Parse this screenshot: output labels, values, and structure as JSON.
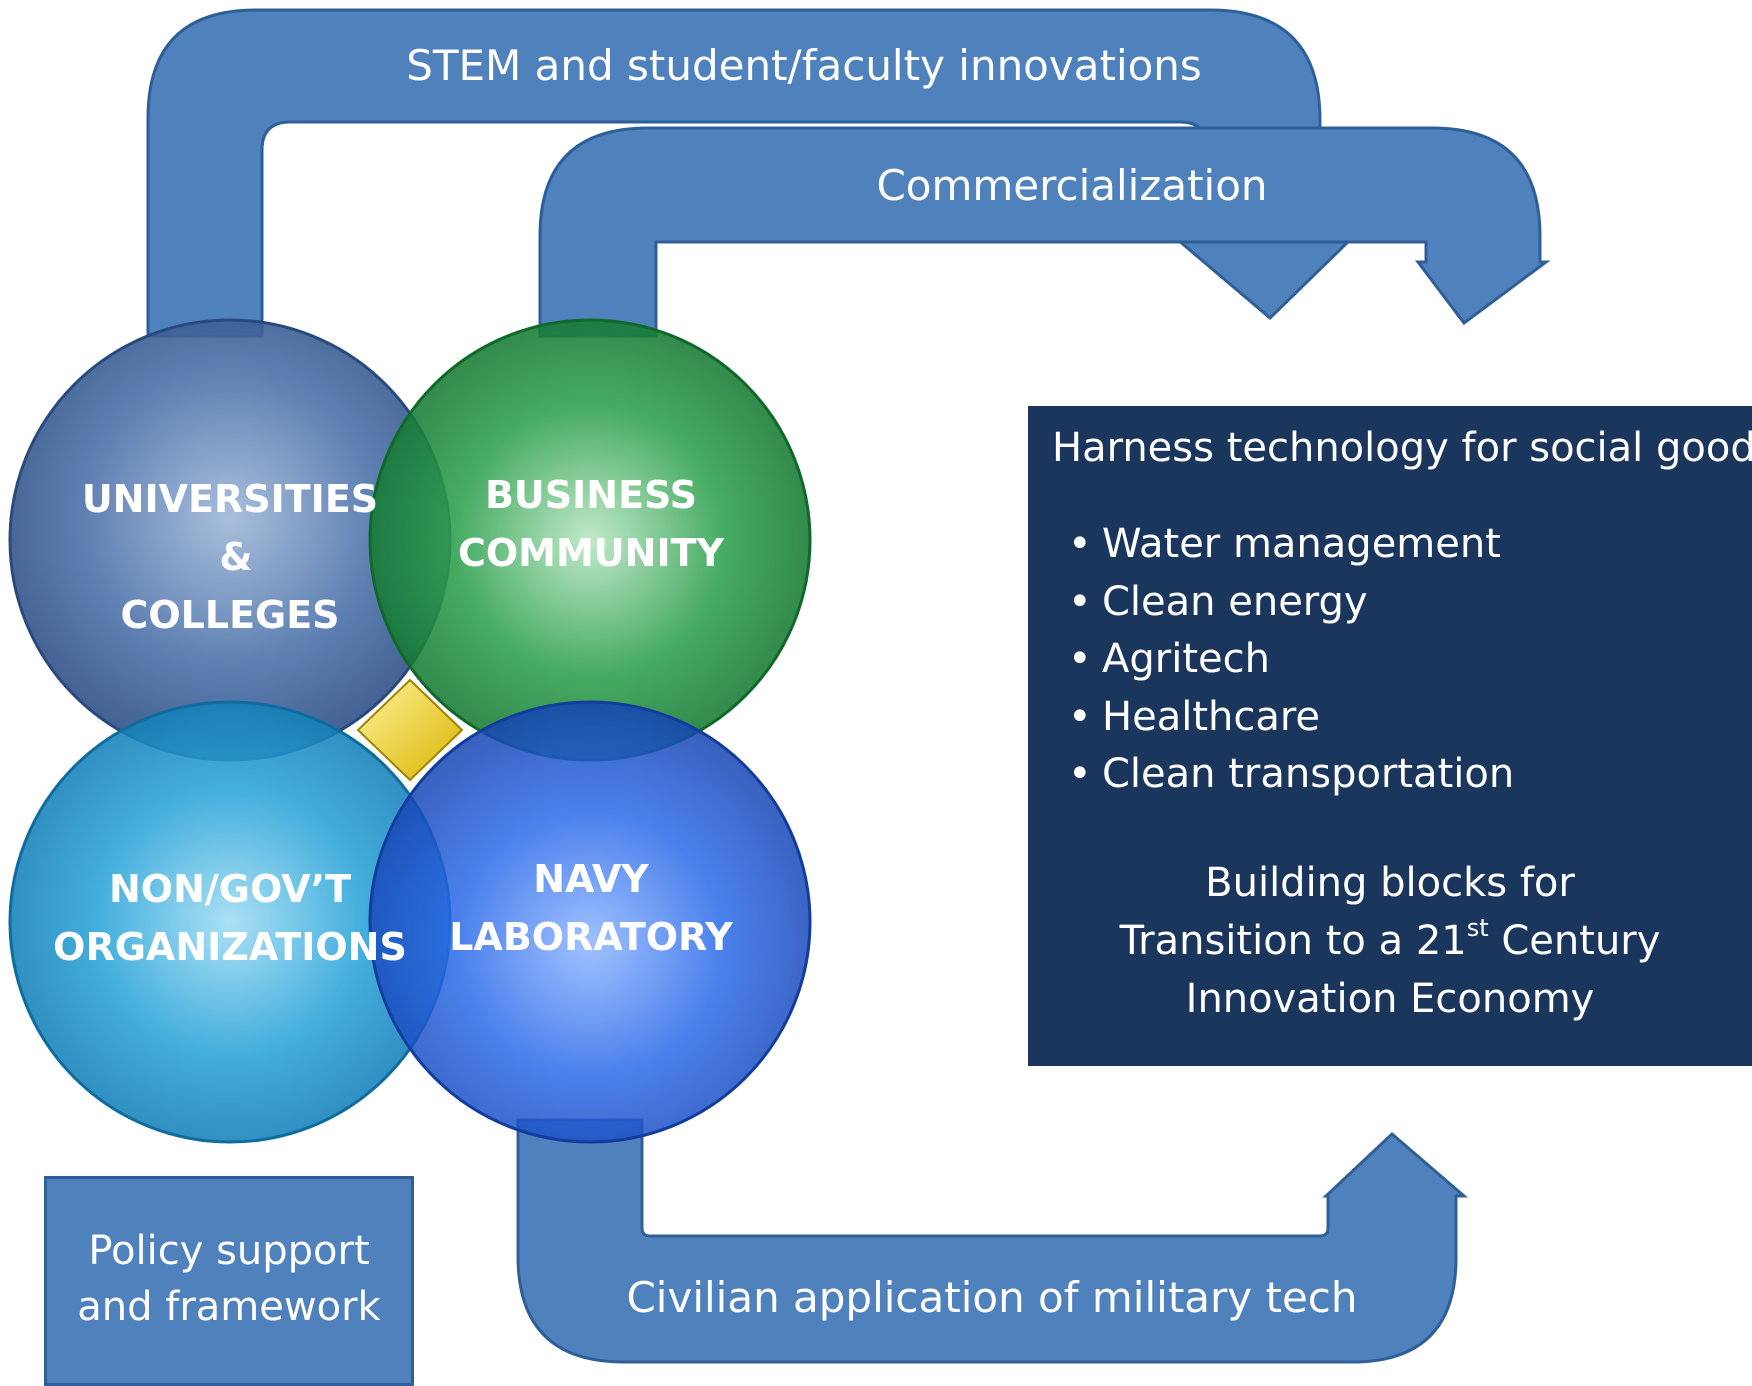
{
  "arrows": {
    "stem": "STEM and student/faculty innovations",
    "commercialization": "Commercialization",
    "civilian": "Civilian application of military tech"
  },
  "circles": {
    "universities": [
      "UNIVERSITIES",
      "&",
      "COLLEGES"
    ],
    "business": [
      "BUSINESS",
      "COMMUNITY"
    ],
    "nongov": [
      "NON/GOV’T",
      "ORGANIZATIONS"
    ],
    "navy": [
      "NAVY",
      "LABORATORY"
    ]
  },
  "info_box": {
    "heading": "Harness technology for social good",
    "bullet_symbol": "•",
    "items": [
      "Water management",
      "Clean energy",
      "Agritech",
      "Healthcare",
      "Clean transportation"
    ],
    "footer": {
      "line1": "Building blocks for",
      "line2_prefix": "Transition to a 21",
      "line2_sup": "st",
      "line2_suffix": " Century",
      "line3": "Innovation Economy"
    }
  },
  "policy_box": {
    "line1": "Policy support",
    "line2": "and framework"
  },
  "colors": {
    "arrow_fill": "#4f81bd",
    "arrow_stroke": "#2f5f98",
    "universities": "#3a5f9a",
    "business": "#1a8a3a",
    "nongov": "#1b8fc6",
    "navy": "#1a55d0",
    "center_diamond": "#f2d40a",
    "info_box": "#1b365d"
  }
}
